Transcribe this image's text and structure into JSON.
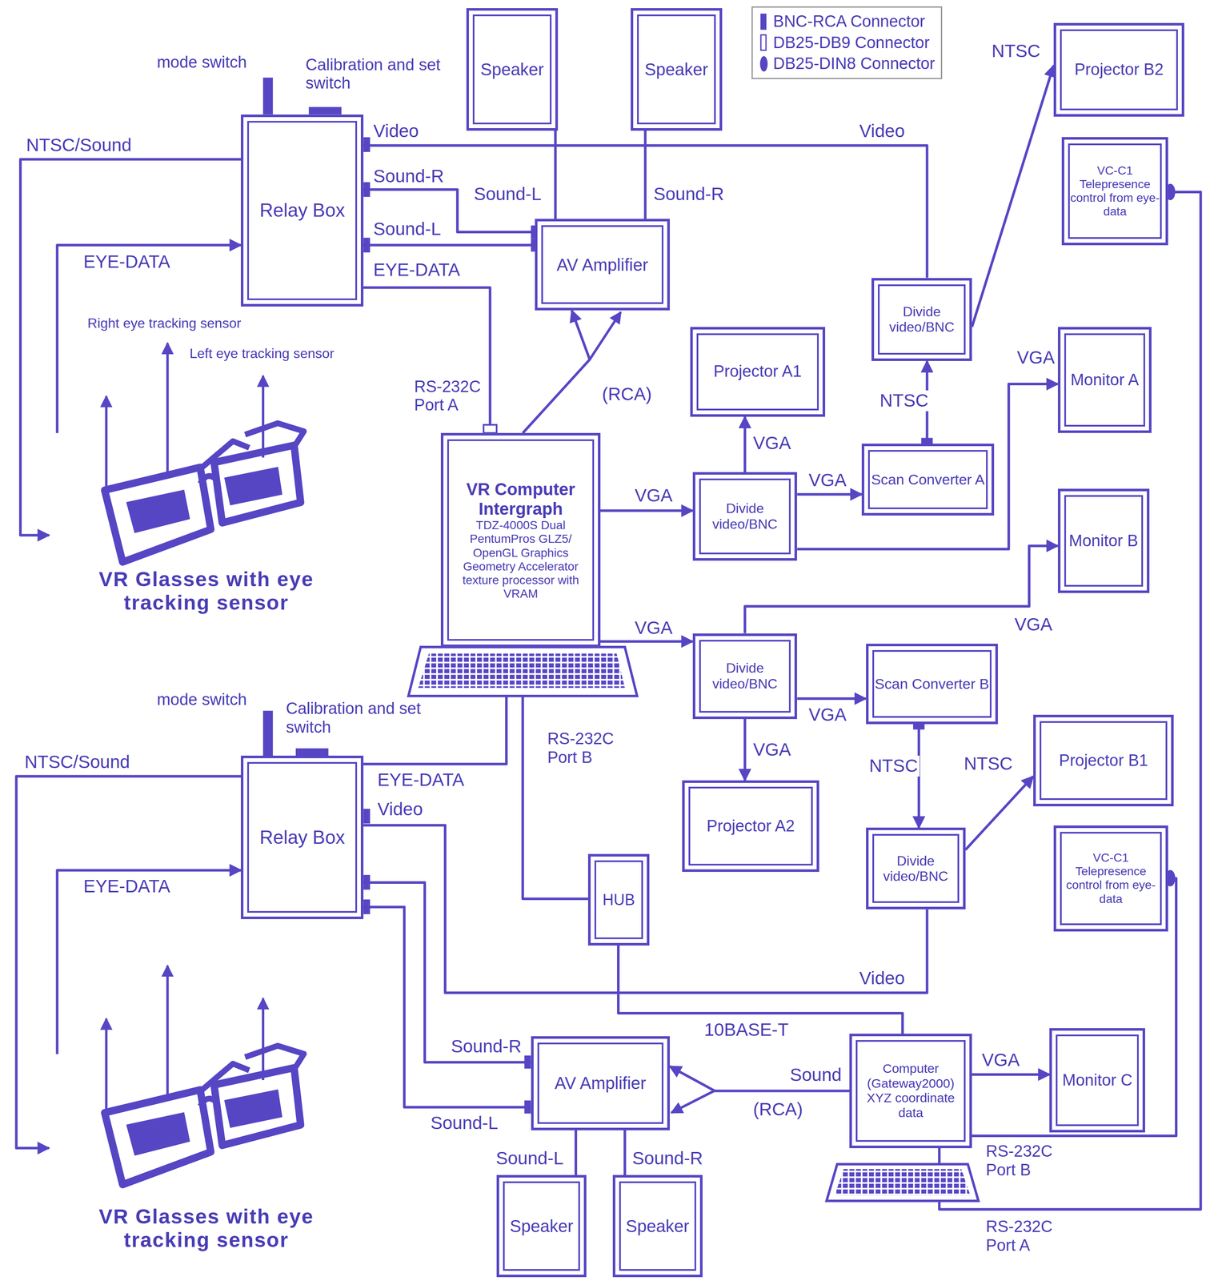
{
  "diagram": {
    "nodes": [
      {
        "text": [
          "Relay Box"
        ]
      },
      {
        "text": [
          "Speaker"
        ]
      },
      {
        "text": [
          "Speaker"
        ]
      },
      {
        "text": [
          "AV Amplifier"
        ]
      },
      {
        "text": [
          "Projector B2"
        ]
      },
      {
        "text": [
          "VC-C1",
          "Telepresence control from eye-data"
        ]
      },
      {
        "text": [
          "Divide video/BNC"
        ]
      },
      {
        "text": [
          "Projector A1"
        ]
      },
      {
        "text": [
          "Monitor A"
        ]
      },
      {
        "text": [
          "VR Computer Intergraph",
          "TDZ-4000S Dual PentumPros GLZ5/ OpenGL Graphics Geometry Accelerator texture processor with VRAM"
        ]
      },
      {
        "text": [
          "Scan Converter A"
        ]
      },
      {
        "text": [
          "Divide video/BNC"
        ]
      },
      {
        "text": [
          "Monitor B"
        ]
      },
      {
        "text": [
          "VR Glasses with eye tracking sensor"
        ]
      },
      {
        "text": [
          "Divide video/BNC"
        ]
      },
      {
        "text": [
          "Scan Converter B"
        ]
      },
      {
        "text": [
          "Projector B1"
        ]
      },
      {
        "text": [
          "Relay Box"
        ]
      },
      {
        "text": [
          "Projector A2"
        ]
      },
      {
        "text": [
          "Divide video/BNC"
        ]
      },
      {
        "text": [
          "VC-C1",
          "Telepresence control from eye-data"
        ]
      },
      {
        "text": [
          "HUB"
        ]
      },
      {
        "text": [
          "VR Glasses with eye tracking sensor"
        ]
      },
      {
        "text": [
          "AV Amplifier"
        ]
      },
      {
        "text": [
          "Monitor C"
        ]
      },
      {
        "text": [
          "Computer (Gateway2000) XYZ coordinate data"
        ]
      },
      {
        "text": [
          "Speaker"
        ]
      },
      {
        "text": [
          "Speaker"
        ]
      }
    ],
    "edges": [
      {
        "from": 0,
        "to": 13,
        "label": "NTSC/Sound",
        "arrow": "to"
      },
      {
        "from": 13,
        "to": 0,
        "label": "EYE-DATA",
        "arrow": "to"
      },
      {
        "from": 0,
        "to": 3,
        "label": "Sound-R",
        "arrow": "none"
      },
      {
        "from": 0,
        "to": 3,
        "label": "Sound-L",
        "arrow": "none"
      },
      {
        "from": 1,
        "to": 3,
        "label": "Sound-L",
        "arrow": "none"
      },
      {
        "from": 2,
        "to": 3,
        "label": "Sound-R",
        "arrow": "none"
      },
      {
        "from": 0,
        "to": 6,
        "label": "Video",
        "arrow": "none"
      },
      {
        "from": 0,
        "to": 9,
        "label": "EYE-DATA",
        "arrow": "none"
      },
      {
        "from": 9,
        "to": 3,
        "label": "(RCA)",
        "arrow": "to"
      },
      {
        "from": 9,
        "to": 11,
        "label": "VGA",
        "arrow": "to"
      },
      {
        "from": 11,
        "to": 7,
        "label": "VGA",
        "arrow": "to"
      },
      {
        "from": 11,
        "to": 10,
        "label": "VGA",
        "arrow": "to"
      },
      {
        "from": 11,
        "to": 8,
        "label": "VGA",
        "arrow": "to"
      },
      {
        "from": 10,
        "to": 6,
        "label": "NTSC",
        "arrow": "to"
      },
      {
        "from": 6,
        "to": 4,
        "label": "NTSC",
        "arrow": "to"
      },
      {
        "from": 9,
        "to": 14,
        "label": "VGA",
        "arrow": "to"
      },
      {
        "from": 14,
        "to": 12,
        "label": "VGA",
        "arrow": "to"
      },
      {
        "from": 14,
        "to": 15,
        "label": "VGA",
        "arrow": "to"
      },
      {
        "from": 14,
        "to": 18,
        "label": "VGA",
        "arrow": "to"
      },
      {
        "from": 15,
        "to": 19,
        "label": "NTSC",
        "arrow": "to"
      },
      {
        "from": 19,
        "to": 16,
        "label": "NTSC",
        "arrow": "to"
      },
      {
        "from": 19,
        "to": 17,
        "label": "Video",
        "arrow": "none"
      },
      {
        "from": 17,
        "to": 22,
        "label": "NTSC/Sound",
        "arrow": "to"
      },
      {
        "from": 22,
        "to": 17,
        "label": "EYE-DATA",
        "arrow": "to"
      },
      {
        "from": 17,
        "to": 9,
        "label": "EYE-DATA",
        "arrow": "none"
      },
      {
        "from": 17,
        "to": 23,
        "label": "Sound-R",
        "arrow": "none"
      },
      {
        "from": 17,
        "to": 23,
        "label": "Sound-L",
        "arrow": "none"
      },
      {
        "from": 26,
        "to": 23,
        "label": "Sound-L",
        "arrow": "none"
      },
      {
        "from": 27,
        "to": 23,
        "label": "Sound-R",
        "arrow": "none"
      },
      {
        "from": 9,
        "to": 21,
        "arrow": "none"
      },
      {
        "from": 21,
        "to": 25,
        "label": "10BASE-T",
        "arrow": "none"
      },
      {
        "from": 25,
        "to": 23,
        "label": "Sound",
        "arrow": "to"
      },
      {
        "from": 25,
        "to": 24,
        "label": "VGA",
        "arrow": "to"
      },
      {
        "from": 25,
        "to": 20,
        "arrow": "none"
      },
      {
        "from": 25,
        "to": 5,
        "arrow": "none"
      }
    ],
    "labels": [
      "mode switch",
      "Calibration and set switch",
      "Video",
      "Right eye tracking sensor",
      "Left eye tracking sensor",
      "RS-232C Port A",
      "RS-232C Port B",
      "mode switch",
      "Calibration and set switch",
      "Video",
      "(RCA)",
      "RS-232C Port B",
      "RS-232C Port A"
    ],
    "legend": [
      {
        "text": "BNC-RCA Connector"
      },
      {
        "text": "DB25-DB9 Connector"
      },
      {
        "text": "DB25-DIN8 Connector"
      }
    ]
  }
}
